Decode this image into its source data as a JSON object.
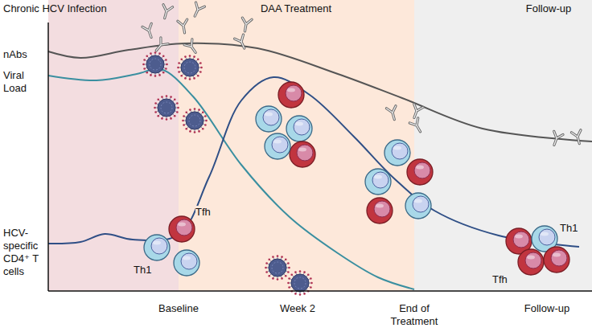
{
  "diagram": {
    "labels": [
      "Chronic HCV Infection",
      "DAA Treatment",
      "Follow-up",
      "nAbs",
      "Viral Load",
      "HCV-specific CD4⁺ T cells",
      "Tfh",
      "Th1",
      "Th1",
      "Tfh",
      "Baseline",
      "Week 2",
      "End of Treatment",
      "Follow-up"
    ]
  }
}
